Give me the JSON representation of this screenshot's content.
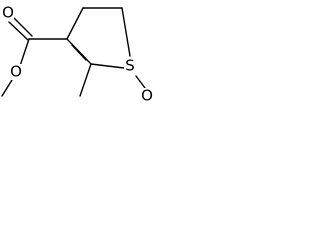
{
  "molecule": {
    "atoms": {
      "carbonyl_oxygen": "O",
      "ester_oxygen": "O",
      "ring_sulfur": "S",
      "sulfoxide_oxygen": "O"
    },
    "colors": {
      "bond": "#000000",
      "label": "#000000",
      "background": "#ffffff"
    }
  }
}
